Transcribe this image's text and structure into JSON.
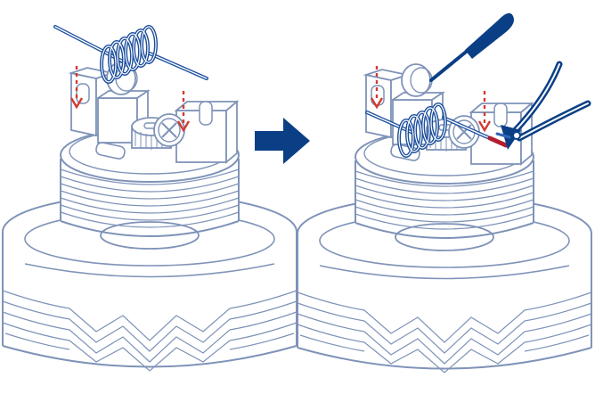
{
  "colors": {
    "outline": "#7f93b8",
    "accent_blue": "#0a3f86",
    "coil_blue": "#1c4f9d",
    "mid_blue": "#2f65b4",
    "guide_red": "#d13b32",
    "wire_cut_red": "#b21e2e",
    "fill_white": "#ffffff"
  },
  "steps": [
    {
      "id": "step-before-cut",
      "objects": [
        "coil-wire",
        "deck",
        "left-post",
        "right-post",
        "center-post",
        "screw-head",
        "guide-arrow-left",
        "guide-arrow-right"
      ]
    },
    {
      "id": "step-after-cut",
      "objects": [
        "coil-installed",
        "screwdriver",
        "cutting-pliers",
        "guide-arrow-left",
        "guide-arrow-right"
      ]
    }
  ],
  "icons": {
    "transition_arrow": "right-arrow-icon",
    "screwdriver": "screwdriver-icon",
    "pliers": "pliers-icon"
  }
}
